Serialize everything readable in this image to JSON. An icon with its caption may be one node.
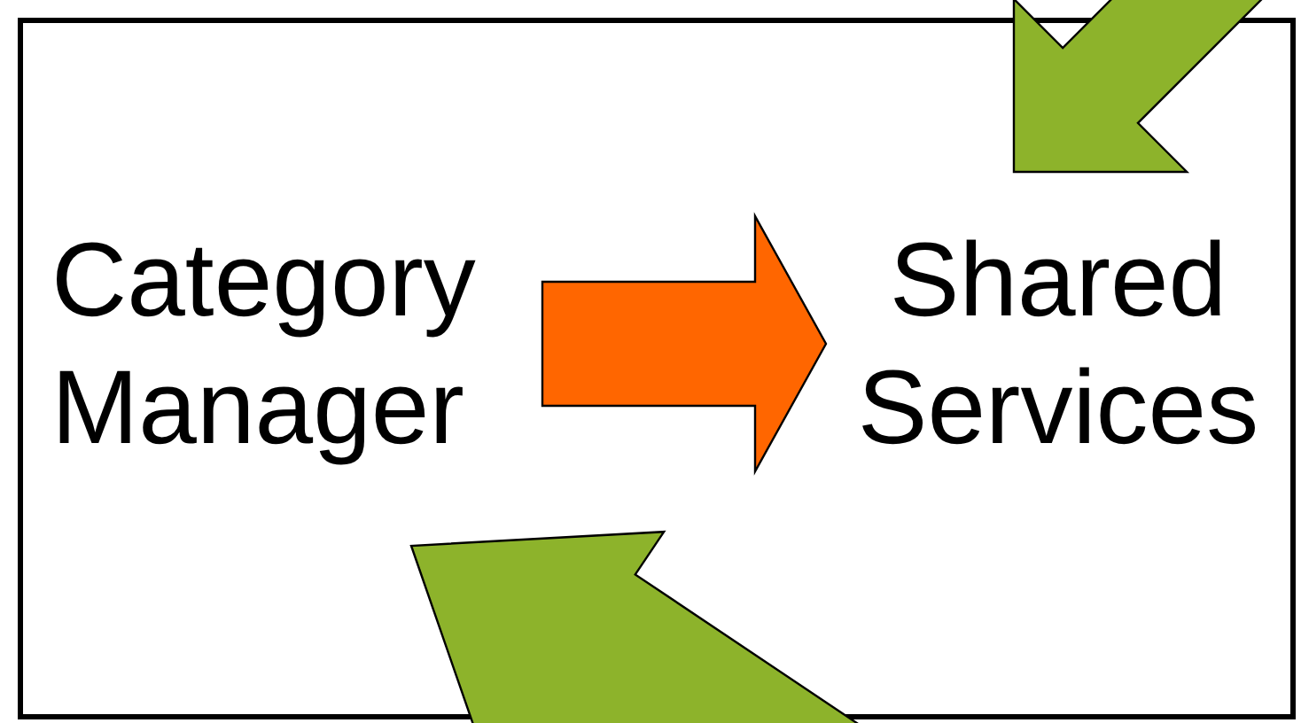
{
  "diagram": {
    "nodes": [
      {
        "text": [],
        "shape": "box"
      },
      {
        "text": [
          "Category Manager"
        ],
        "in": 0
      },
      {
        "text": [
          "Shared Services"
        ],
        "in": 0
      }
    ],
    "edges": [
      {
        "from": 1,
        "to": 2,
        "arrow": "to",
        "style": "thick",
        "color": "#ff6600"
      }
    ]
  }
}
